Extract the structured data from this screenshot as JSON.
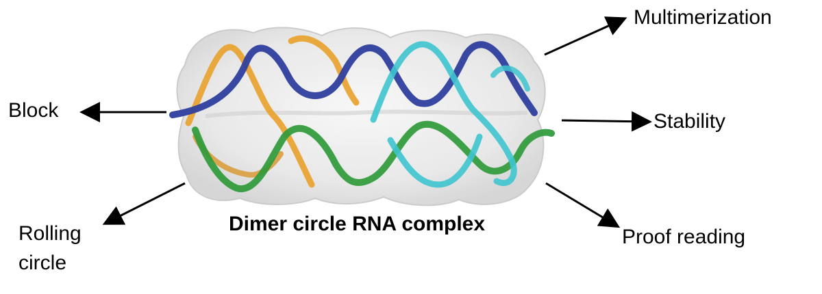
{
  "diagram": {
    "title": "Dimer circle RNA complex",
    "labels": {
      "multimerization": "Multimerization",
      "block": "Block",
      "stability": "Stability",
      "rolling_line1": "Rolling",
      "rolling_line2": "circle",
      "proof_reading": "Proof reading"
    },
    "strand_colors": {
      "blue": "#2e3f9e",
      "orange": "#e8a12a",
      "green": "#2f9a3a",
      "cyan": "#3fc4cf"
    }
  }
}
